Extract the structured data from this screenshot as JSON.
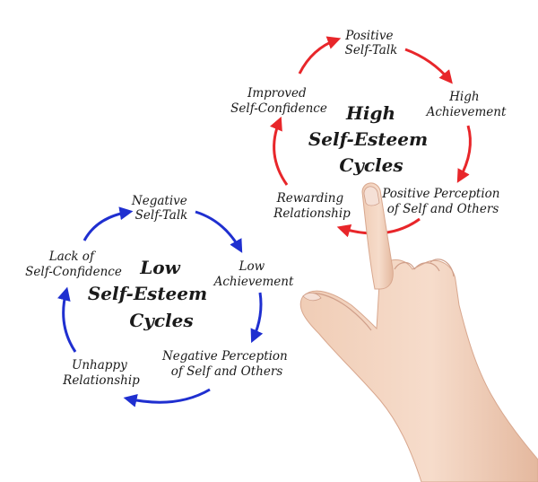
{
  "high_cycle": {
    "title_lines": [
      "High",
      "Self-Esteem",
      "Cycles"
    ],
    "arrow_color": "#e8262a",
    "nodes": [
      {
        "lines": [
          "Positive",
          "Self-Talk"
        ]
      },
      {
        "lines": [
          "High",
          "Achievement"
        ]
      },
      {
        "lines": [
          "Positive Perception",
          "of Self and Others"
        ]
      },
      {
        "lines": [
          "Rewarding",
          "Relationship"
        ]
      },
      {
        "lines": [
          "Improved",
          "Self-Confidence"
        ]
      }
    ]
  },
  "low_cycle": {
    "title_lines": [
      "Low",
      "Self-Esteem",
      "Cycles"
    ],
    "arrow_color": "#1f2fd0",
    "nodes": [
      {
        "lines": [
          "Negative",
          "Self-Talk"
        ]
      },
      {
        "lines": [
          "Low",
          "Achievement"
        ]
      },
      {
        "lines": [
          "Negative Perception",
          "of Self and Others"
        ]
      },
      {
        "lines": [
          "Unhappy",
          "Relationship"
        ]
      },
      {
        "lines": [
          "Lack of",
          "Self-Confidence"
        ]
      }
    ]
  },
  "decoration": {
    "hand": "pointing-hand-illustration"
  }
}
